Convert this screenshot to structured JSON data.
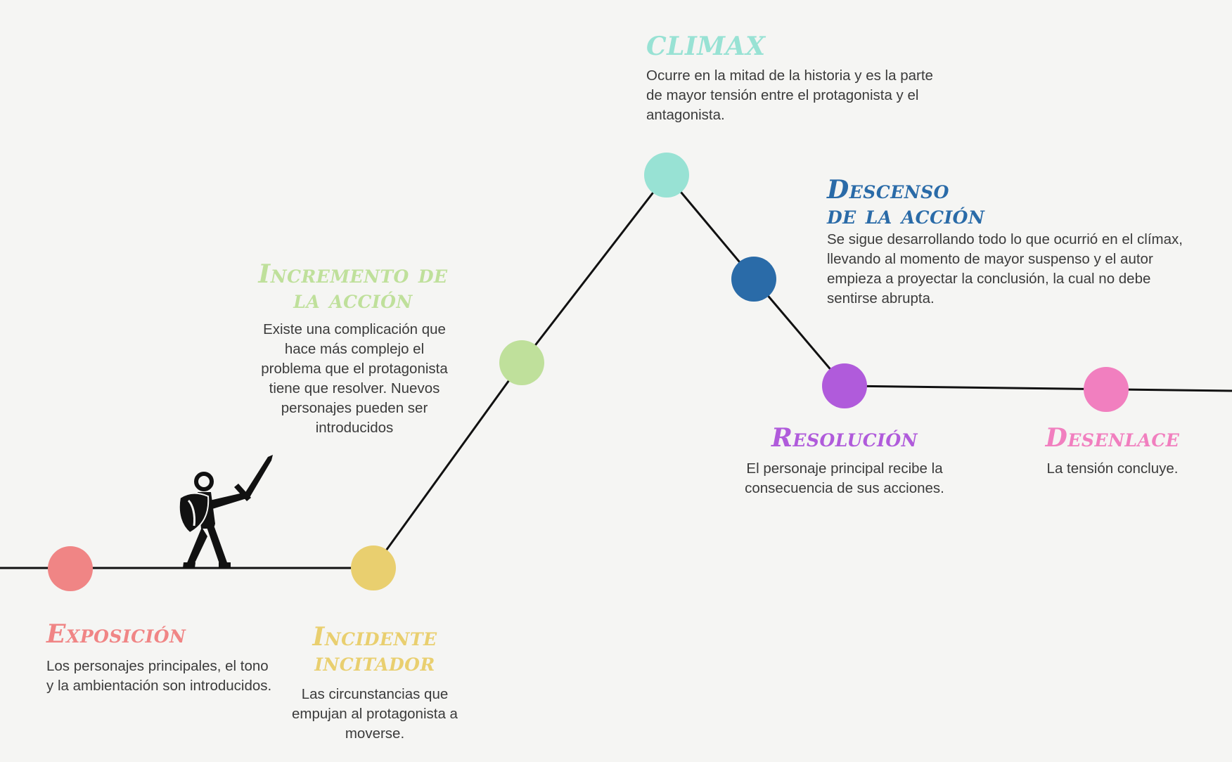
{
  "colors": {
    "background": "#f5f5f3",
    "line": "#111111",
    "exposicion": "#f08585",
    "incidente": "#e9cf6f",
    "incremento": "#bfe09b",
    "climax": "#98e2d4",
    "descenso": "#2a6ba8",
    "resolucion": "#b05bdb",
    "desenlace": "#f17fbf"
  },
  "stages": {
    "exposicion": {
      "title": "Exposición",
      "description": "Los personajes principales, el tono y la ambientación son introducidos."
    },
    "incidente": {
      "title": "Incidente\nincitador",
      "description": "Las circunstancias que empujan al protagonista a moverse."
    },
    "incremento": {
      "title": "Incremento de\nla acción",
      "description": "Existe una complicación que hace más complejo el problema que el protagonista tiene que resolver. Nuevos personajes pueden ser introducidos"
    },
    "climax": {
      "title": "CLIMAX",
      "description": "Ocurre en la mitad de la historia y es la parte de mayor tensión entre el protagonista y el antagonista."
    },
    "descenso": {
      "title": "Descenso\nde la acción",
      "description": "Se sigue desarrollando todo lo que ocurrió en el clímax, llevando al momento de mayor suspenso y el autor empieza a proyectar la conclusión, la cual no debe sentirse abrupta."
    },
    "resolucion": {
      "title": "Resolución",
      "description": "El personaje principal recibe la consecuencia de sus acciones."
    },
    "desenlace": {
      "title": "Desenlace",
      "description": "La tensión concluye."
    }
  },
  "icons": {
    "hero": "knight-with-sword-and-shield-icon"
  }
}
